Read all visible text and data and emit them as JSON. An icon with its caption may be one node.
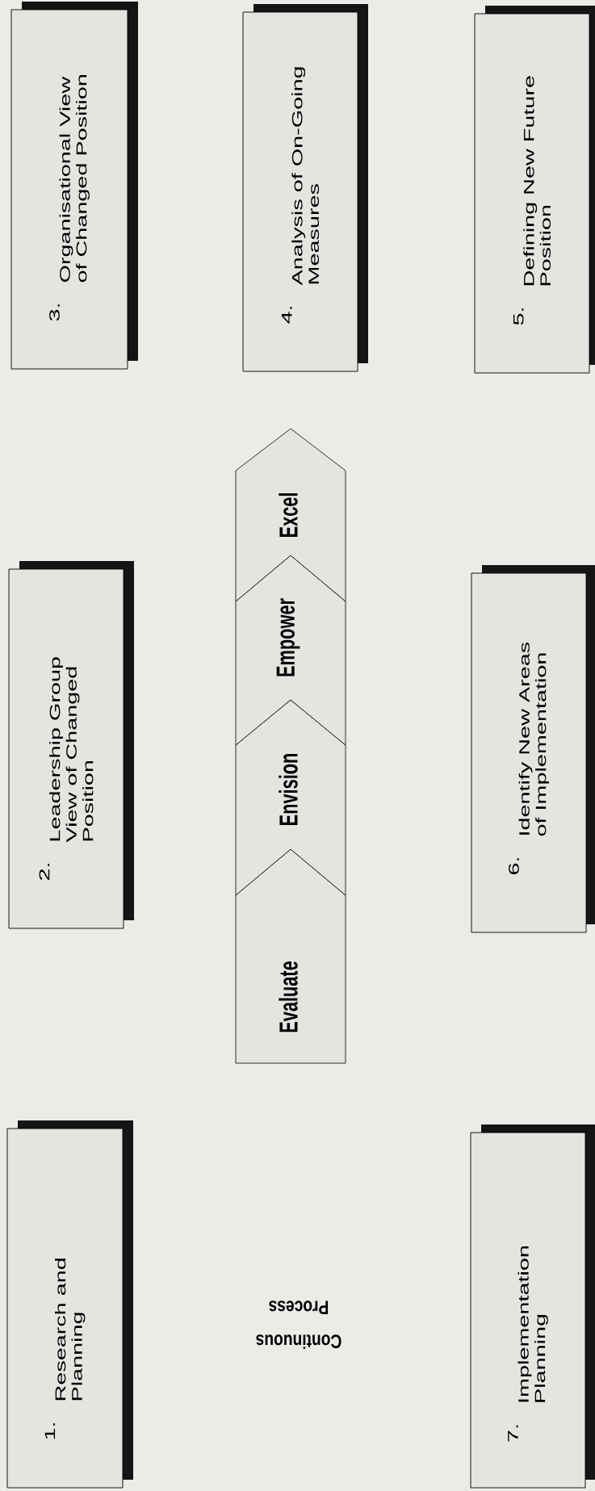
{
  "diagram": {
    "nodes": [
      {
        "text": [
          "1.",
          "Research and Planning"
        ]
      },
      {
        "text": [
          "2.",
          "Leadership Group View of Changed Position"
        ]
      },
      {
        "text": [
          "3.",
          "Organisational View of Changed Position"
        ]
      },
      {
        "text": [
          "4.",
          "Analysis of On-Going Measures"
        ]
      },
      {
        "text": [
          "5.",
          "Defining New Future Position"
        ]
      },
      {
        "text": [
          "6.",
          "Identify New Areas of Implementation"
        ]
      },
      {
        "text": [
          "7.",
          "Implementation Planning"
        ]
      },
      {
        "text": [
          "Evaluate"
        ]
      },
      {
        "text": [
          "Envision"
        ]
      },
      {
        "text": [
          "Empower"
        ]
      },
      {
        "text": [
          "Excel"
        ]
      }
    ],
    "labels": [
      "Continuous Process"
    ]
  }
}
